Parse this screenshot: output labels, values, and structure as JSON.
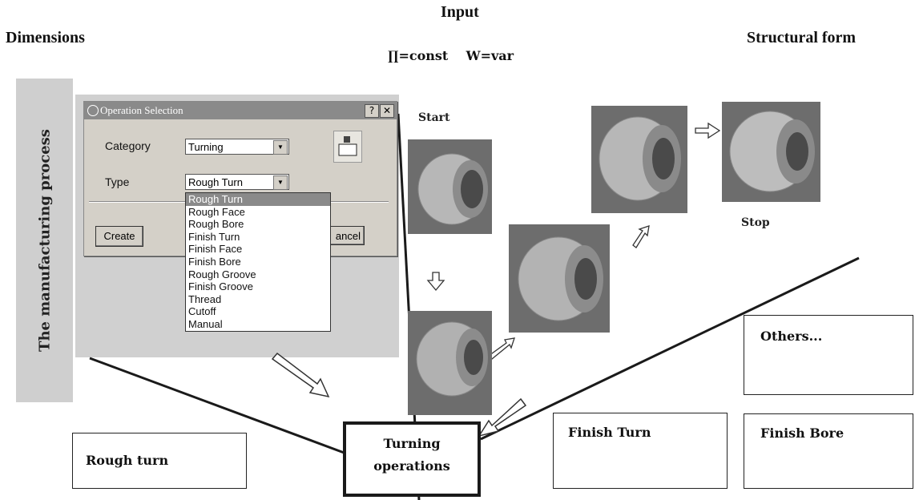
{
  "header": {
    "input": "Input",
    "dimensions": "Dimensions",
    "structural_form": "Structural form",
    "formula": "∏=const    W=var"
  },
  "side_label": "The manufacturing process",
  "dialog": {
    "title": "Operation Selection",
    "help_glyph": "?",
    "close_glyph": "✕",
    "category_label": "Category",
    "category_value": "Turning",
    "type_label": "Type",
    "type_value": "Rough Turn",
    "create_label": "Create",
    "cancel_label": "ancel",
    "options": [
      "Rough Turn",
      "Rough Face",
      "Rough Bore",
      "Finish Turn",
      "Finish Face",
      "Finish Bore",
      "Rough Groove",
      "Finish Groove",
      "Thread",
      "Cutoff",
      "Manual"
    ]
  },
  "flow": {
    "start": "Start",
    "stop": "Stop"
  },
  "boxes": {
    "rough_turn": "Rough turn",
    "turning_ops_line1": "Turning",
    "turning_ops_line2": "operations",
    "finish_turn": "Finish Turn",
    "finish_bore": "Finish Bore",
    "others": "Others..."
  }
}
